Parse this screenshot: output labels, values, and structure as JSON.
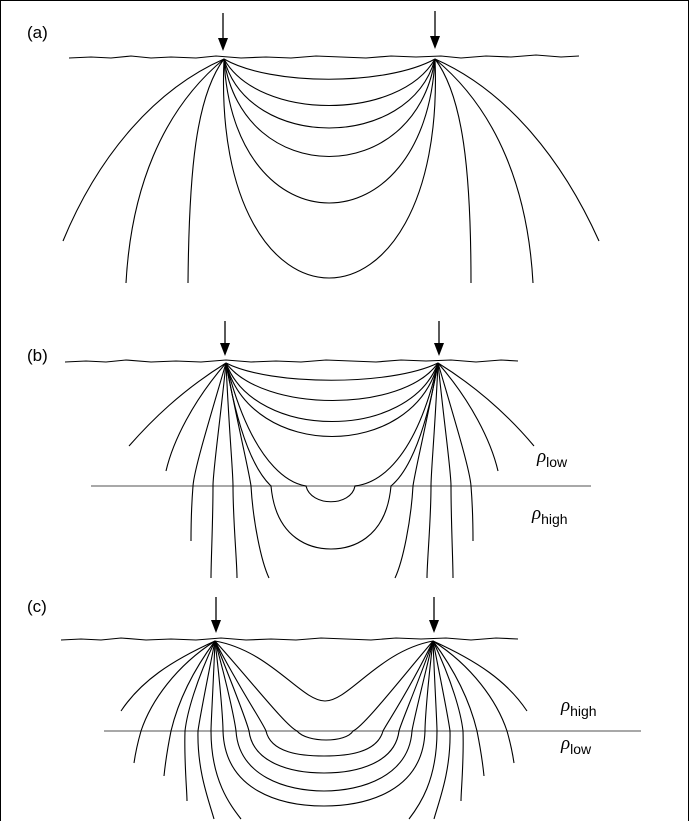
{
  "panels": [
    {
      "label": "(a)"
    },
    {
      "label": "(b)",
      "upper_layer": {
        "symbol": "ρ",
        "subscript": "low"
      },
      "lower_layer": {
        "symbol": "ρ",
        "subscript": "high"
      }
    },
    {
      "label": "(c)",
      "upper_layer": {
        "symbol": "ρ",
        "subscript": "high"
      },
      "lower_layer": {
        "symbol": "ρ",
        "subscript": "low"
      }
    }
  ],
  "colors": {
    "lines": "#000000",
    "layer_boundary": "#8c8c8c",
    "background": "#ffffff"
  }
}
